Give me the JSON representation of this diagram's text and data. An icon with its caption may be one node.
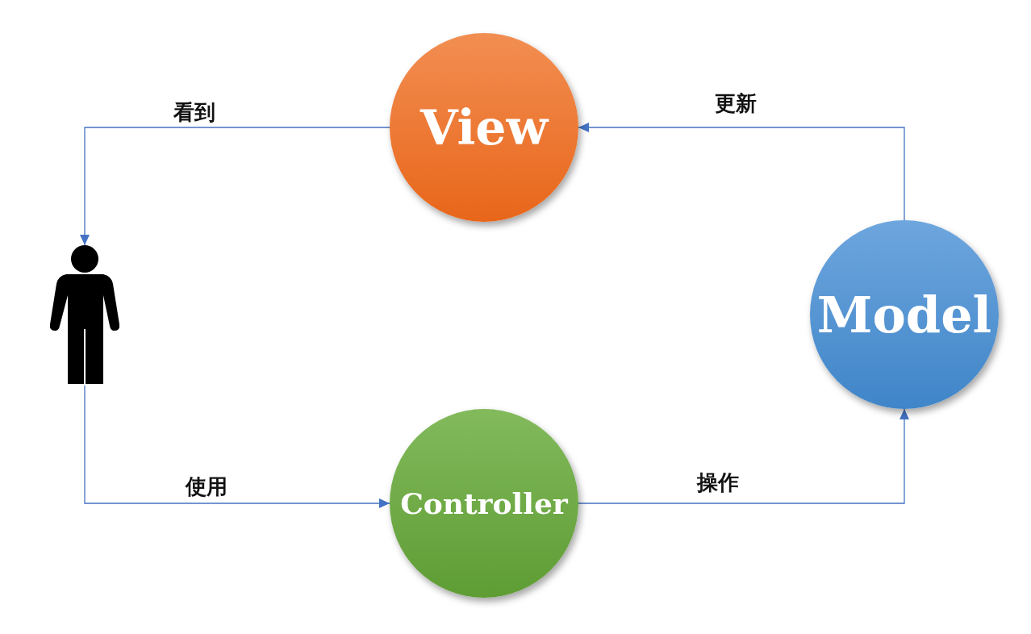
{
  "diagram": {
    "nodes": [
      {
        "text": [
          "View"
        ]
      },
      {
        "text": [],
        "shape": "person"
      },
      {
        "text": [
          "Controller"
        ]
      },
      {
        "text": [
          "Model"
        ]
      }
    ],
    "edges": [
      {
        "from": 0,
        "to": 1,
        "arrow": "to",
        "label": "看到"
      },
      {
        "from": 1,
        "to": 2,
        "arrow": "to",
        "label": "使用"
      },
      {
        "from": 2,
        "to": 3,
        "arrow": "to",
        "label": "操作"
      },
      {
        "from": 3,
        "to": 0,
        "arrow": "to",
        "label": "更新"
      }
    ]
  }
}
